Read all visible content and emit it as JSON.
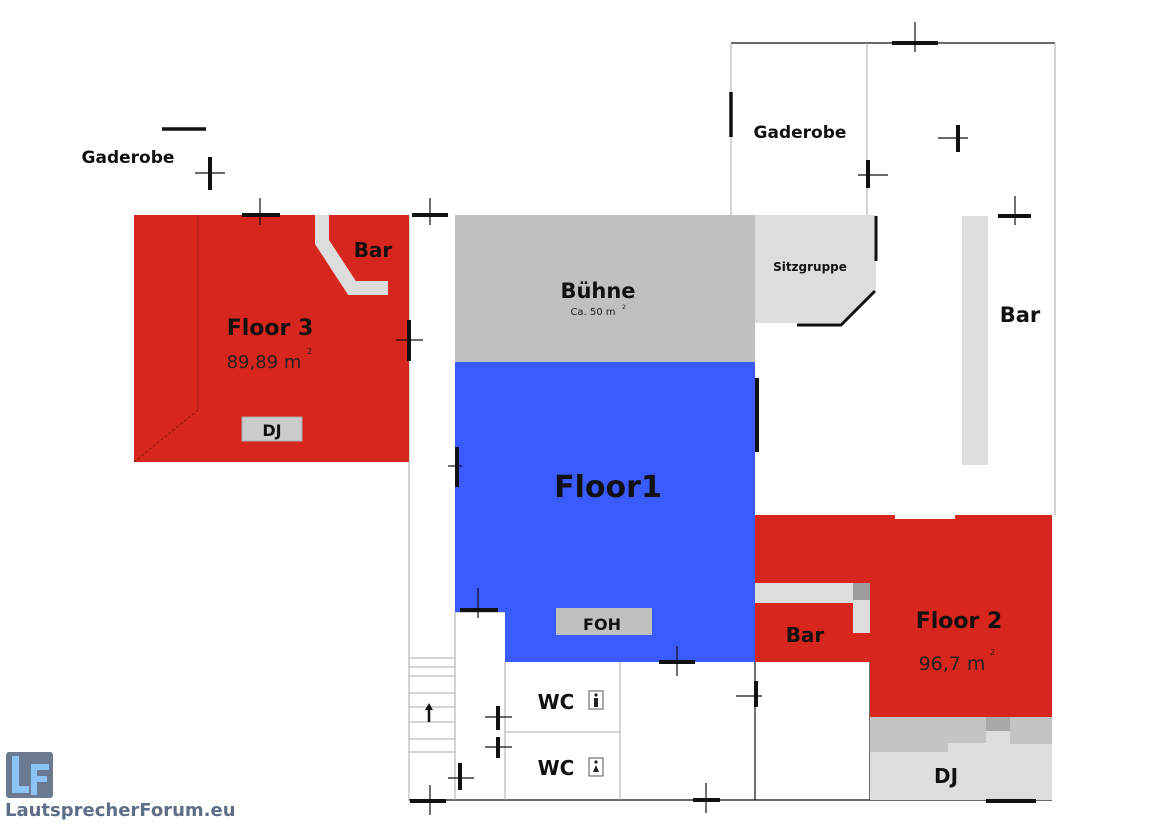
{
  "colors": {
    "floor_red": "#d7261e",
    "floor_blue": "#3a5bff",
    "stage_grey": "#c0c0c0",
    "furniture_grey": "#dddddd",
    "logo_bg": "#6b7a90",
    "logo_letters": "#8cc4f7"
  },
  "rooms": {
    "floor3": {
      "title": "Floor 3",
      "area": "89,89 m",
      "area_sup": "2",
      "bar": "Bar",
      "dj": "DJ"
    },
    "stage": {
      "title": "Bühne",
      "area": "Ca. 50 m",
      "area_sup": "2"
    },
    "floor1": {
      "title": "Floor1",
      "foh": "FOH"
    },
    "floor2": {
      "title": "Floor 2",
      "area": "96,7 m",
      "area_sup": "2",
      "bar": "Bar",
      "dj": "DJ"
    },
    "seating": {
      "title": "Sitzgruppe"
    },
    "right_bar": {
      "title": "Bar"
    },
    "cloakroom_left": {
      "title": "Gaderobe"
    },
    "cloakroom_right": {
      "title": "Gaderobe"
    },
    "wc_men": {
      "title": "WC",
      "icon": "male-icon"
    },
    "wc_women": {
      "title": "WC",
      "icon": "female-icon"
    }
  },
  "logo": {
    "letters": "LF",
    "text": "LautsprecherForum.eu"
  }
}
